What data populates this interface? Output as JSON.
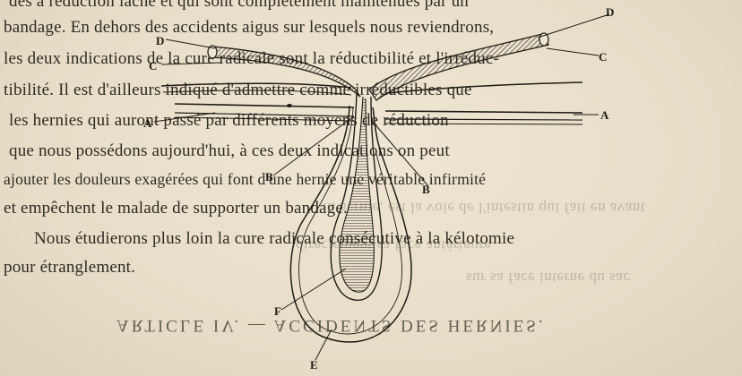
{
  "text_lines": [
    "bandage. En dehors des accidents aigus sur lesquels nous reviendrons,",
    "les deux indications de la cure radicale sont la réductibilité et l'irréduc-",
    "tibilité. Il est d'ailleurs indiqué d'admettre comme irréductibles que",
    "les hernies qui auront passé par différents moyens de réduction",
    "que nous possédons aujourd'hui, à ces deux indications on peut",
    "ajouter les douleurs exagérées qui font d'une hernie une véritable infirmité",
    "et empêchent le malade de supporter un bandage.",
    "Nous étudierons plus loin la cure radicale consécutive à la kélotomie",
    "pour étranglement."
  ],
  "top_partial": "dès à réduction lâche et qui sont complètement maintenues par un",
  "heading": "ARTICLE IV. — ACCIDENTS DES HERNIES.",
  "figure_labels": {
    "D_left": "D",
    "D_right": "D",
    "C_left": "C",
    "C_right": "C",
    "A_left": "A",
    "A_right": "A",
    "B_left": "B",
    "B_right": "B",
    "F": "F",
    "E": "E"
  }
}
